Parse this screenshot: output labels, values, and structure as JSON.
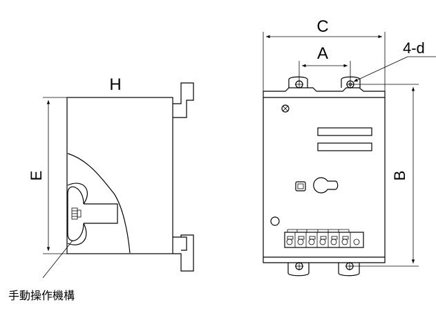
{
  "diagram": {
    "labels": {
      "H": "H",
      "E": "E",
      "C": "C",
      "A": "A",
      "B": "B",
      "hole": "4-d"
    },
    "side_view_note": "手動操作機構"
  }
}
